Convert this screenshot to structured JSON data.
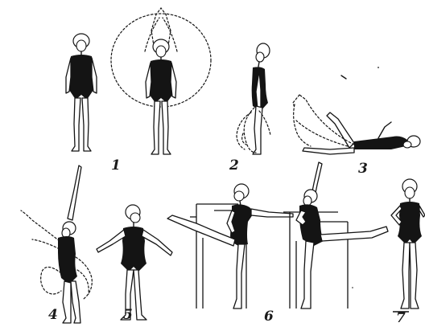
{
  "figure": {
    "labels": [
      {
        "id": "ex-1",
        "text": "1"
      },
      {
        "id": "ex-2",
        "text": "2"
      },
      {
        "id": "ex-3",
        "text": "3"
      },
      {
        "id": "ex-4",
        "text": "4"
      },
      {
        "id": "ex-5",
        "text": "5"
      },
      {
        "id": "ex-6",
        "text": "6"
      },
      {
        "id": "ex-7",
        "text": "7"
      }
    ]
  }
}
